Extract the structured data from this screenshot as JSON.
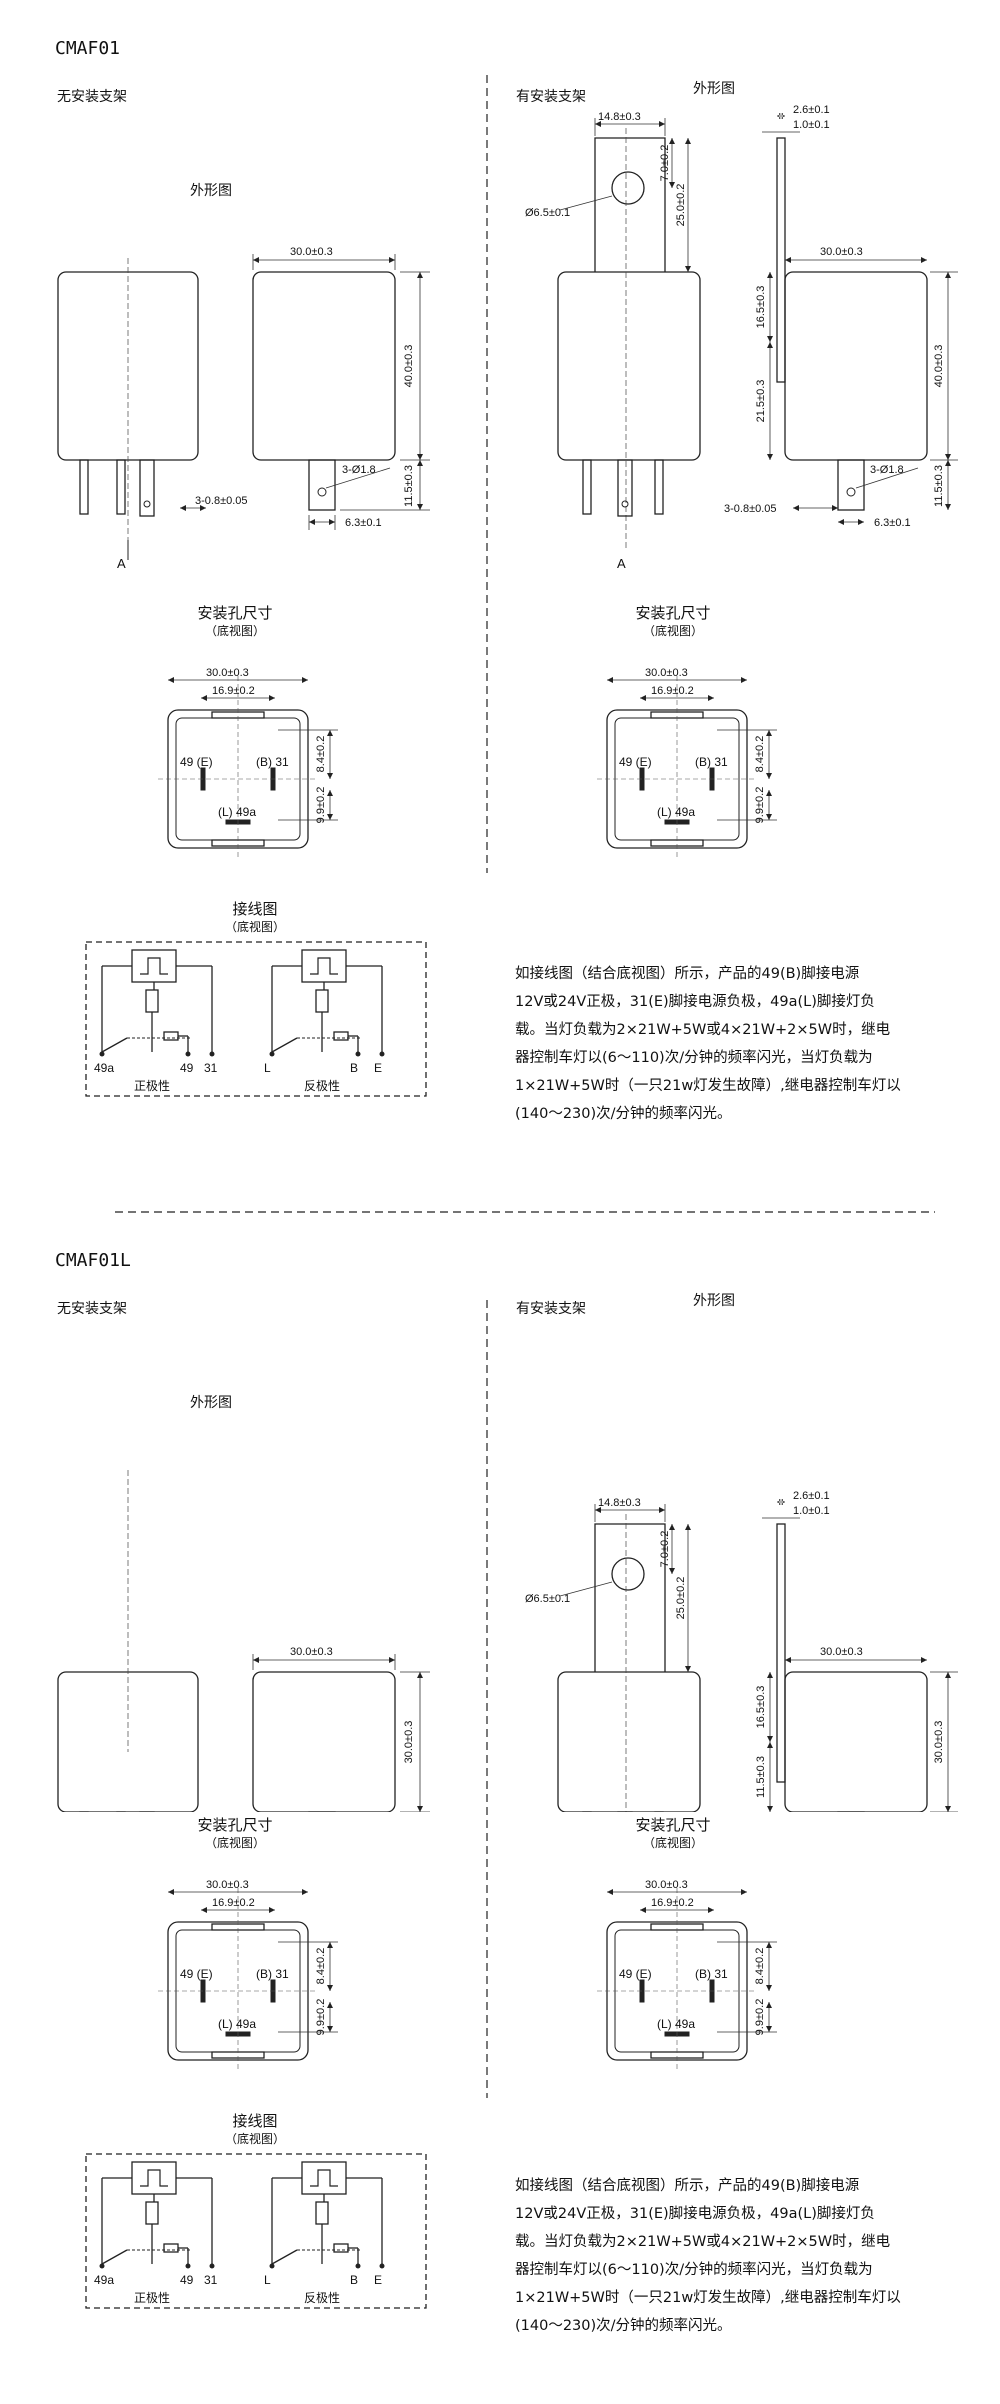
{
  "sections": [
    {
      "model": "CMAF01",
      "no_bracket_label": "无安装支架",
      "with_bracket_label": "有安装支架",
      "outline_label": "外形图",
      "mount_label": "安装孔尺寸",
      "mount_sub": "（底视图）",
      "wiring_label": "接线图",
      "wiring_sub": "（底视图）",
      "height_dim": "40.0±0.3",
      "bracket_side_lower": "21.5±0.3",
      "description": "如接线图（结合底视图）所示，产品的49(B)脚接电源\n12V或24V正极，31(E)脚接电源负极，49a(L)脚接灯负\n载。当灯负载为2×21W+5W或4×21W+2×5W时，继电\n器控制车灯以(6～110)次/分钟的频率闪光，当灯负载为\n1×21W+5W时（一只21w灯发生故障）,继电器控制车灯以\n(140～230)次/分钟的频率闪光。"
    },
    {
      "model": "CMAF01L",
      "no_bracket_label": "无安装支架",
      "with_bracket_label": "有安装支架",
      "outline_label": "外形图",
      "mount_label": "安装孔尺寸",
      "mount_sub": "（底视图）",
      "wiring_label": "接线图",
      "wiring_sub": "（底视图）",
      "height_dim": "30.0±0.3",
      "bracket_side_lower": "11.5±0.3",
      "description": "如接线图（结合底视图）所示，产品的49(B)脚接电源\n12V或24V正极，31(E)脚接电源负极，49a(L)脚接灯负\n载。当灯负载为2×21W+5W或4×21W+2×5W时，继电\n器控制车灯以(6～110)次/分钟的频率闪光，当灯负载为\n1×21W+5W时（一只21w灯发生故障）,继电器控制车灯以\n(140～230)次/分钟的频率闪光。"
    }
  ],
  "dims": {
    "width": "30.0±0.3",
    "pin_hole": "3-Ø1.8",
    "pin_thickness": "3-0.8±0.05",
    "pin_width": "6.3±0.1",
    "pin_length": "11.5±0.3",
    "bracket_width": "14.8±0.3",
    "bracket_hole": "Ø6.5±0.1",
    "bracket_hole_offset": "7.0±0.2",
    "bracket_height": "25.0±0.2",
    "bracket_thk": "2.6±0.1",
    "bracket_thk2": "1.0±0.1",
    "bracket_side_upper": "16.5±0.3",
    "view_arrow": "A",
    "mount_width": "30.0±0.3",
    "mount_inner": "16.9±0.2",
    "mount_v1": "8.4±0.2",
    "mount_v2": "9.9±0.2",
    "pin_left": "49 (E)",
    "pin_right": "(B) 31",
    "pin_bottom": "(L) 49a"
  },
  "wiring": {
    "left_caption": "正极性",
    "right_caption": "反极性",
    "left_pins": [
      "49a",
      "49",
      "31"
    ],
    "right_pins": [
      "L",
      "B",
      "E"
    ]
  }
}
